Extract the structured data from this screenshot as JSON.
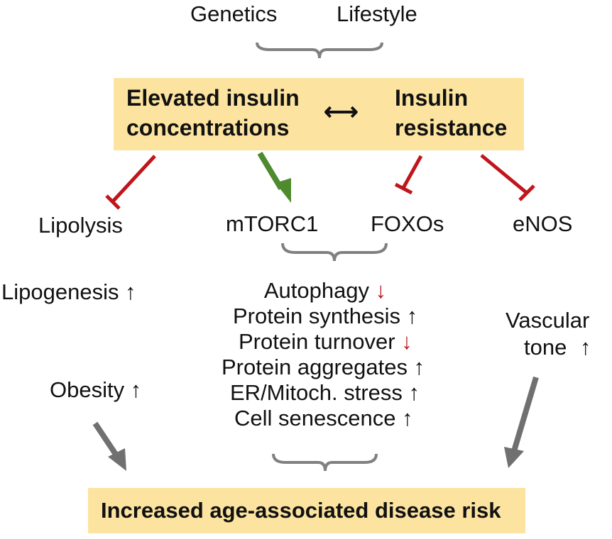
{
  "colors": {
    "box_fill": "#fce4a0",
    "inhibit": "#c0151b",
    "activate": "#4e8a2e",
    "gray_arrow": "#707070",
    "brace": "#808080"
  },
  "top": {
    "genetics": "Genetics",
    "lifestyle": "Lifestyle"
  },
  "central_box": {
    "left_line1": "Elevated insulin",
    "left_line2": "concentrations",
    "right_line1": "Insulin",
    "right_line2": "resistance",
    "double_arrow": "⟷"
  },
  "targets": {
    "lipolysis": "Lipolysis",
    "mtorc1": "mTORC1",
    "foxos": "FOXOs",
    "enos": "eNOS"
  },
  "left_column": {
    "lipogenesis": "Lipogenesis",
    "obesity": "Obesity"
  },
  "center_effects": [
    {
      "label": "Autophagy",
      "arrow": "↓",
      "direction": "down"
    },
    {
      "label": "Protein synthesis",
      "arrow": "↑",
      "direction": "up"
    },
    {
      "label": "Protein turnover",
      "arrow": "↓",
      "direction": "down"
    },
    {
      "label": "Protein aggregates",
      "arrow": "↑",
      "direction": "up"
    },
    {
      "label": "ER/Mitoch. stress",
      "arrow": "↑",
      "direction": "up"
    },
    {
      "label": "Cell senescence",
      "arrow": "↑",
      "direction": "up"
    }
  ],
  "right_column": {
    "vascular_line1": "Vascular",
    "vascular_line2": "tone"
  },
  "arrows": {
    "up": "↑"
  },
  "outcome": "Increased age-associated disease risk"
}
